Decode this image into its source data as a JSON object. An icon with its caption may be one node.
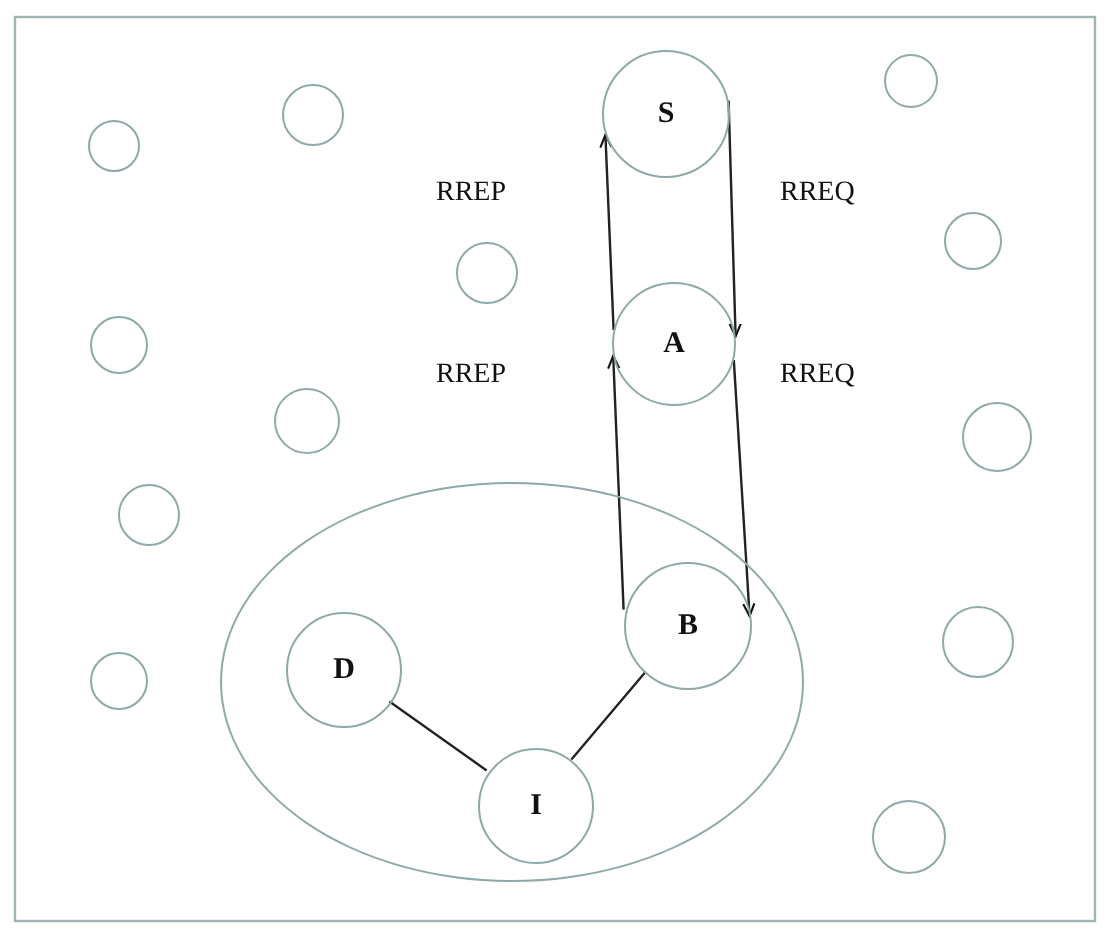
{
  "diagram": {
    "nodes": [
      {
        "text": [
          "S"
        ]
      },
      {
        "text": [
          "A"
        ]
      },
      {
        "text": [],
        "shape": "ellipse"
      },
      {
        "text": [
          "B"
        ],
        "in": 2
      },
      {
        "text": [
          "D"
        ],
        "in": 2
      },
      {
        "text": [
          "I"
        ],
        "in": 2
      },
      {
        "text": [],
        "shape": "circle"
      },
      {
        "text": [],
        "shape": "circle"
      },
      {
        "text": [],
        "shape": "circle"
      },
      {
        "text": [],
        "shape": "circle"
      },
      {
        "text": [],
        "shape": "circle"
      },
      {
        "text": [],
        "shape": "circle"
      },
      {
        "text": [],
        "shape": "circle"
      },
      {
        "text": [],
        "shape": "circle"
      },
      {
        "text": [],
        "shape": "circle"
      },
      {
        "text": [],
        "shape": "circle"
      },
      {
        "text": [],
        "shape": "circle"
      },
      {
        "text": [],
        "shape": "circle"
      }
    ],
    "edges": [
      {
        "from": 3,
        "to": 1,
        "arrow": "to"
      },
      {
        "from": 1,
        "to": 0,
        "arrow": "to"
      },
      {
        "from": 0,
        "to": 1,
        "arrow": "to"
      },
      {
        "from": 1,
        "to": 3,
        "arrow": "to"
      },
      {
        "from": 4,
        "to": 5,
        "arrow": "none"
      },
      {
        "from": 5,
        "to": 3,
        "arrow": "none"
      }
    ],
    "labels": [
      "RREP",
      "RREQ",
      "RREP",
      "RREQ"
    ]
  }
}
